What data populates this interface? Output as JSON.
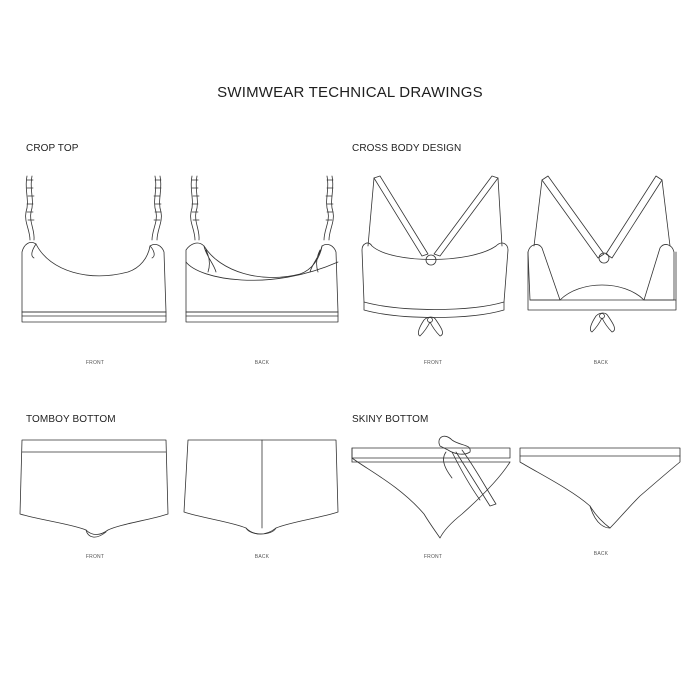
{
  "title": "SWIMWEAR TECHNICAL DRAWINGS",
  "sections": {
    "crop_top": {
      "label": "CROP TOP",
      "front": "FRONT",
      "back": "BACK"
    },
    "cross_body": {
      "label": "CROSS BODY DESIGN",
      "front": "FRONT",
      "back": "BACK"
    },
    "tomboy_bottom": {
      "label": "TOMBOY BOTTOM",
      "front": "FRONT",
      "back": "BACK"
    },
    "skiny_bottom": {
      "label": "SKINY BOTTOM",
      "front": "FRONT",
      "back": "BACK"
    }
  },
  "colors": {
    "line": "#333333",
    "background": "#ffffff"
  }
}
